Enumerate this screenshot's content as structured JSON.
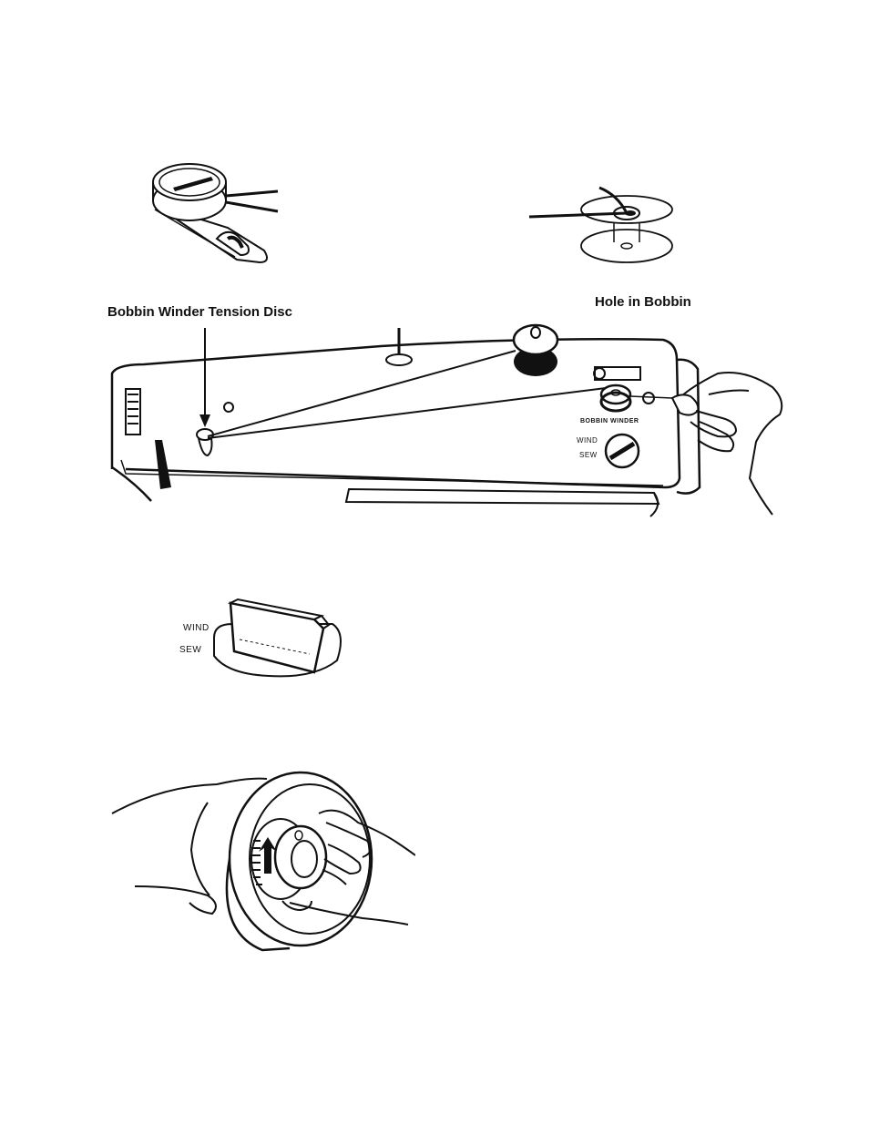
{
  "labels": {
    "tension_disc": "Bobbin Winder Tension Disc",
    "hole_in_bobbin": "Hole in Bobbin"
  },
  "machine_markings": {
    "bobbin_winder": "BOBBIN WINDER",
    "wind": "WIND",
    "sew": "SEW"
  },
  "knob_markings": {
    "wind": "WIND",
    "sew": "SEW"
  }
}
